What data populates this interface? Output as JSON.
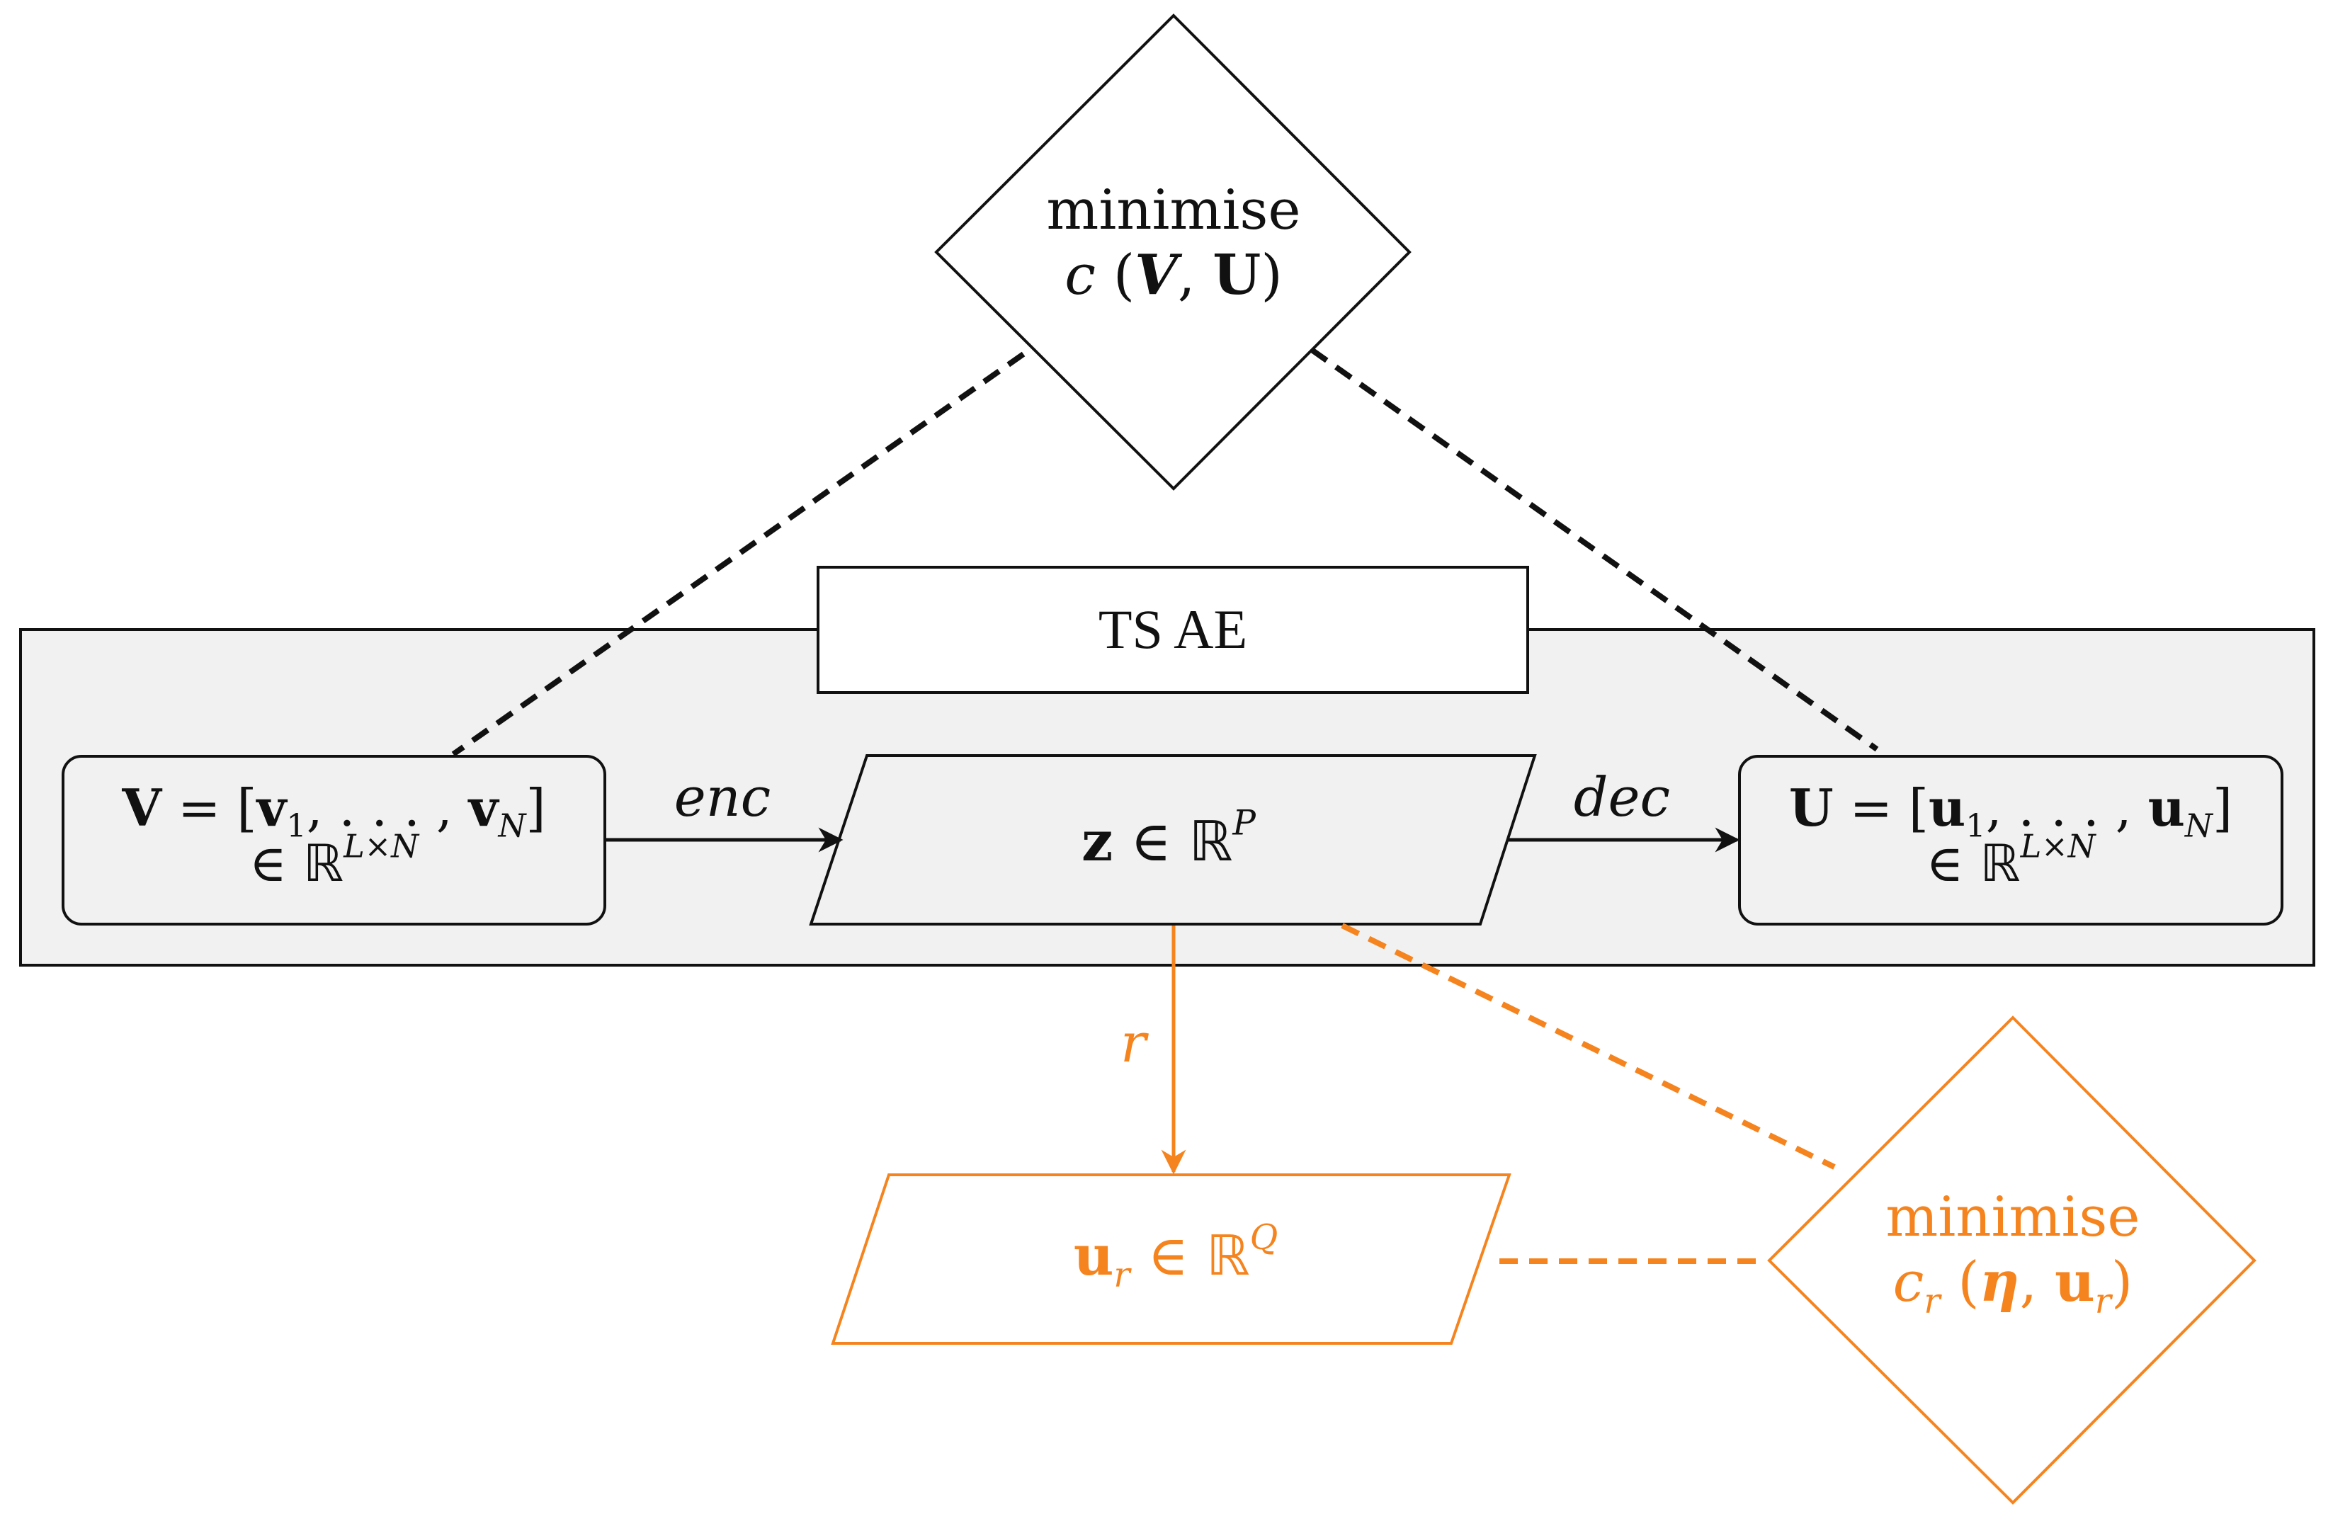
{
  "top_objective": {
    "line1": "minimise",
    "func": "c",
    "arg1": "V",
    "arg2": "U"
  },
  "ae_block": {
    "title": "TS AE"
  },
  "input_node": {
    "symbol": "V",
    "elem": "v",
    "sub1": "1",
    "subN": "N",
    "set": "ℝ",
    "dim": "L×N"
  },
  "latent_node": {
    "symbol": "z",
    "set": "ℝ",
    "dim": "P"
  },
  "output_node": {
    "symbol": "U",
    "elem": "u",
    "sub1": "1",
    "subN": "N",
    "set": "ℝ",
    "dim": "L×N"
  },
  "edges": {
    "enc": "enc",
    "dec": "dec",
    "r": "r"
  },
  "reg_node": {
    "symbol": "u",
    "sub": "r",
    "set": "ℝ",
    "dim": "Q"
  },
  "reg_objective": {
    "line1": "minimise",
    "func": "c",
    "sub": "r",
    "arg1": "η",
    "arg2": "u",
    "arg2_sub": "r"
  },
  "colors": {
    "main": "#111111",
    "accent": "#f5841f",
    "panel_fill": "#f1f1f1"
  }
}
